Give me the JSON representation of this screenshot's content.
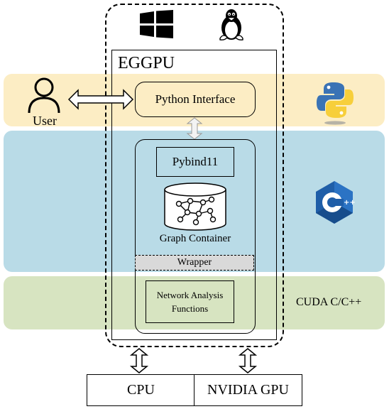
{
  "framework": {
    "title": "EGGPU"
  },
  "actor": {
    "label": "User"
  },
  "python_layer": {
    "box_label": "Python Interface",
    "icon": "python-logo-icon"
  },
  "cpp_layer": {
    "pybind_label": "Pybind11",
    "graph_label": "Graph Container",
    "wrapper_label": "Wrapper",
    "icon": "cpp-logo-icon"
  },
  "cuda_layer": {
    "functions_line1": "Network Analysis",
    "functions_line2": "Functions",
    "language_label": "CUDA C/C++"
  },
  "hardware": {
    "cpu_label": "CPU",
    "gpu_label": "NVIDIA GPU"
  },
  "os_icons": [
    "windows-logo-icon",
    "linux-tux-icon"
  ],
  "colors": {
    "python_band": "#fcedc4",
    "cpp_band": "#b9dbe7",
    "cuda_band": "#d7e4c1",
    "wrapper_fill": "#d9d9d9"
  }
}
